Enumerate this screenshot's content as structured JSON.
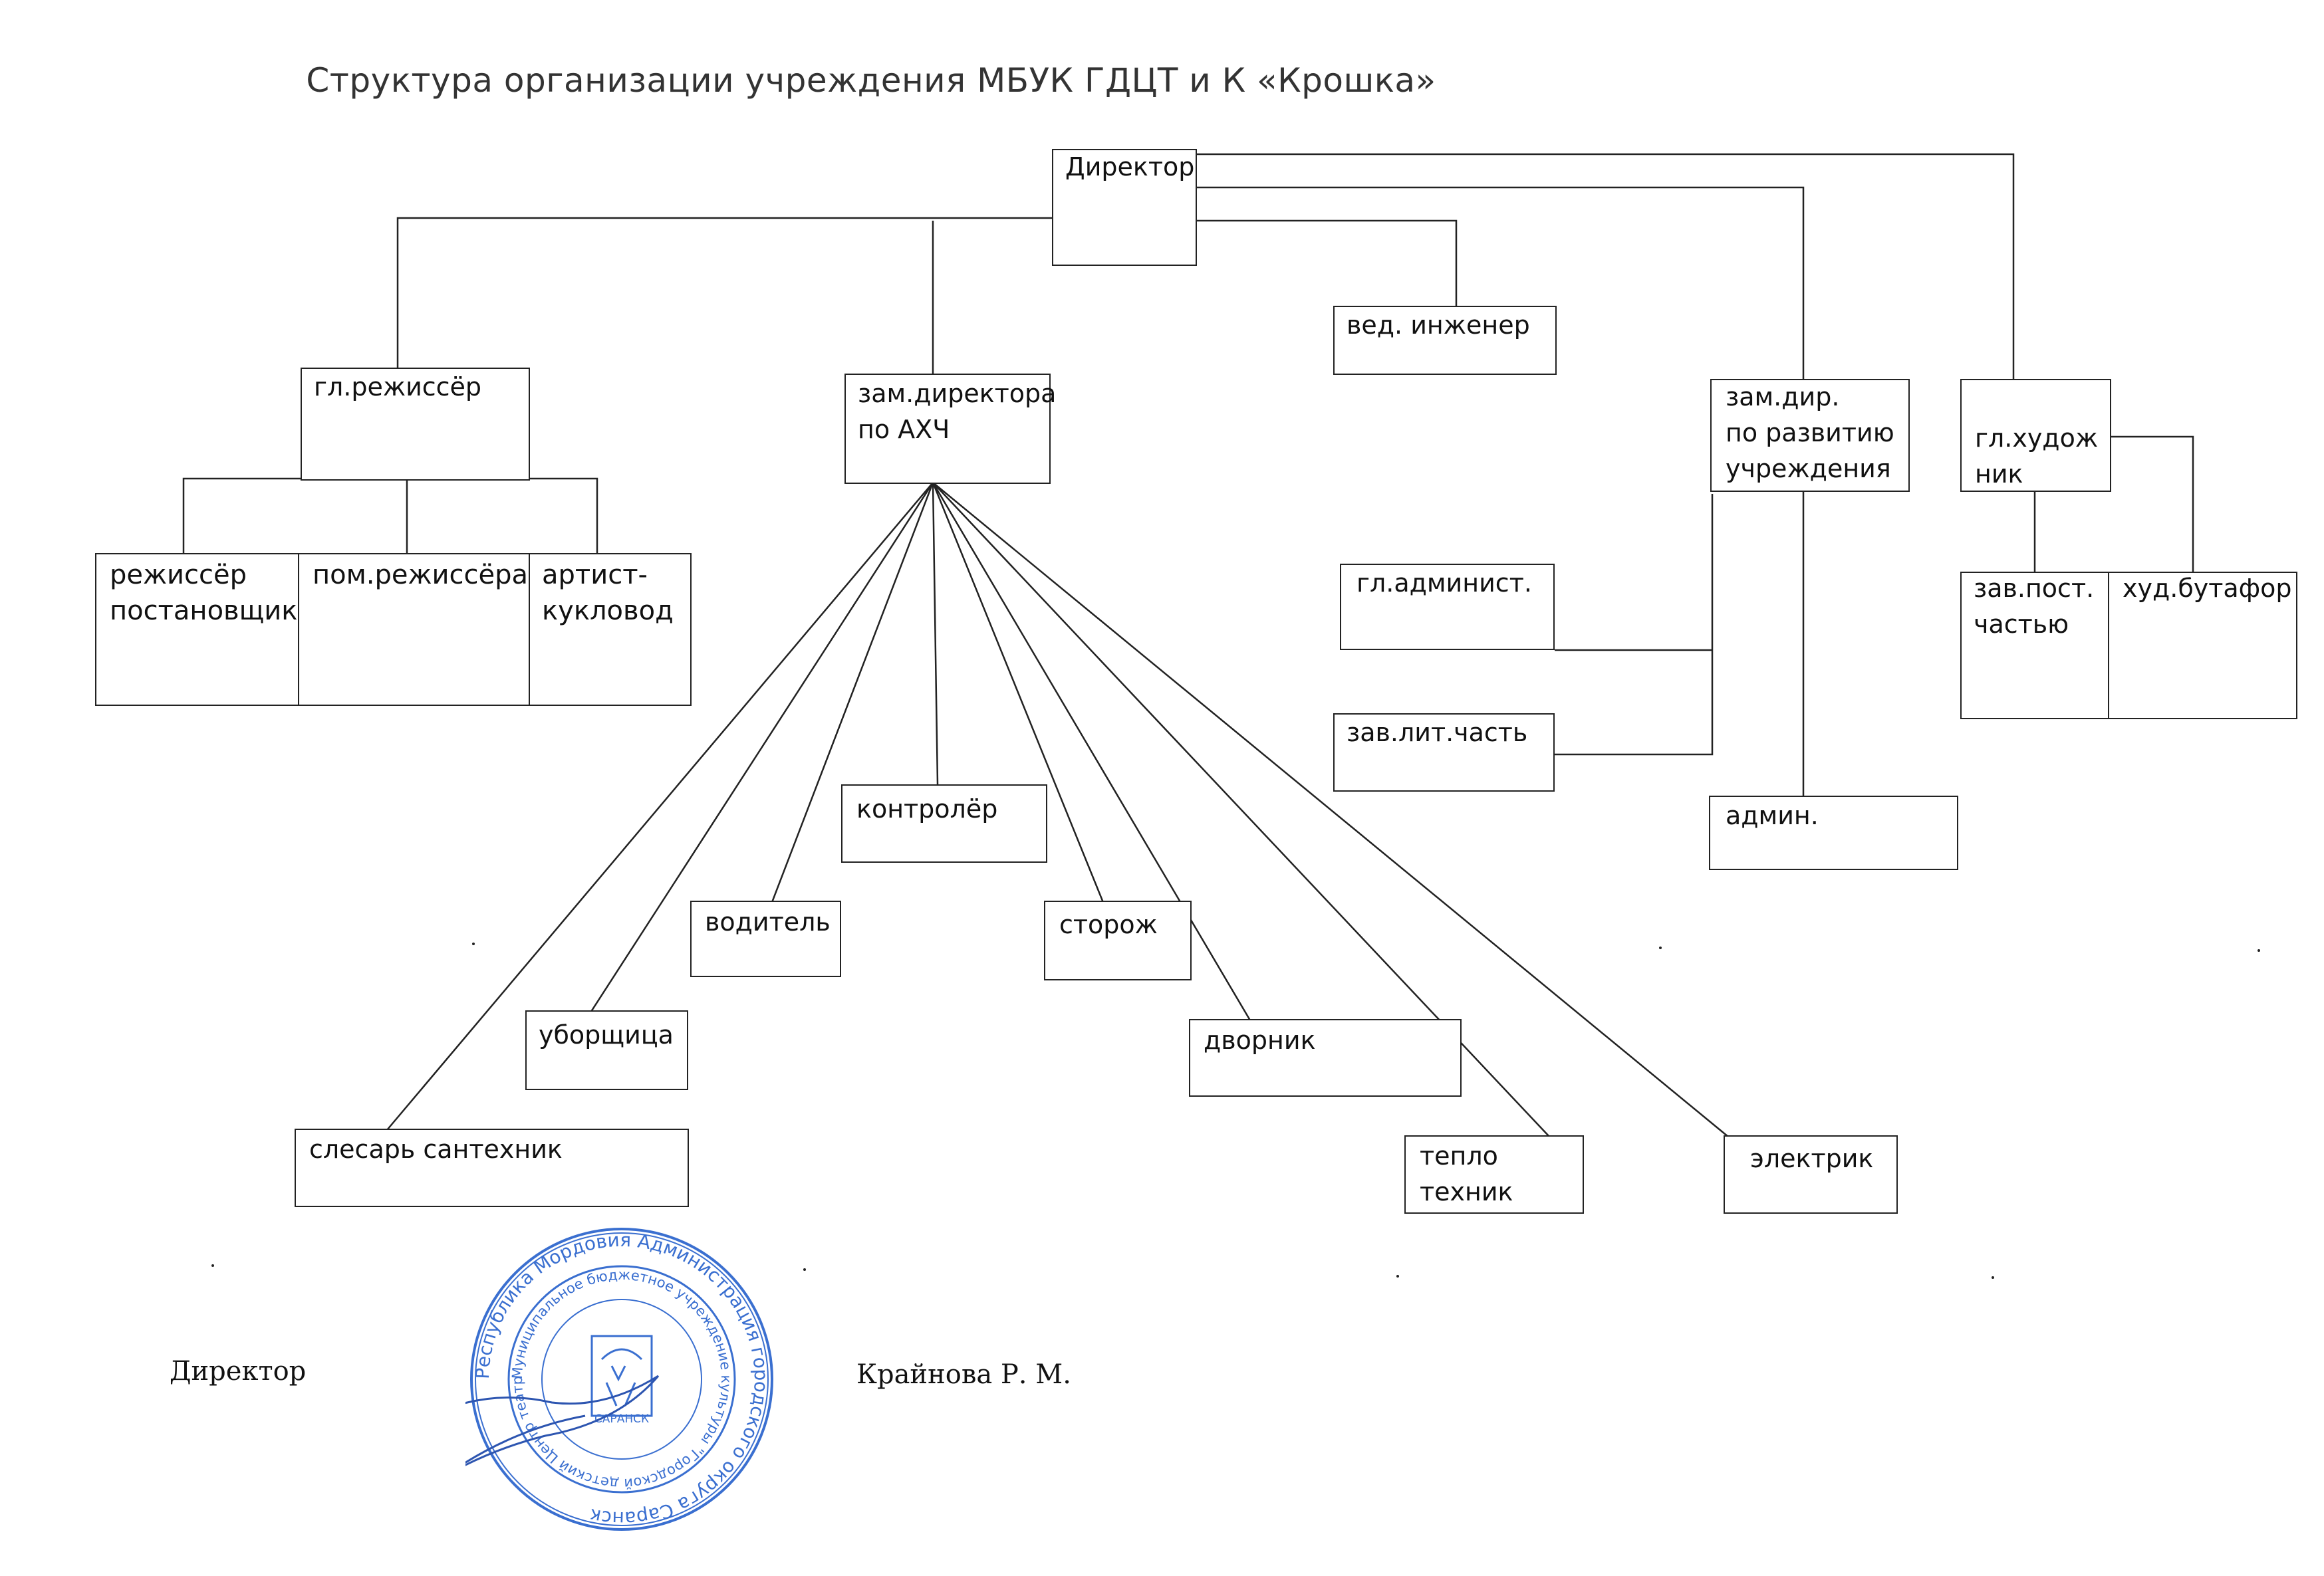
{
  "title": "Структура организации учреждения МБУК ГДЦТ и К «Крошка»",
  "boxes": {
    "director": "Директор",
    "chief_director": "гл.режиссёр",
    "deputy_ahch": "зам.директора\n   по АХЧ",
    "lead_engineer": "вед. инженер",
    "deputy_development": "зам.дир.\nпо развитию\nучреждения",
    "chief_artist": "гл.худож\nник",
    "stage_director": "режиссёр\nпостановщик",
    "assistant_director": "пом.режиссёра",
    "puppeteer": "артист-\nкукловод",
    "chief_admin": "гл.админист.",
    "literary_head": "зав.лит.часть",
    "admin": "админ.",
    "production_head": "зав.пост.\nчастью",
    "props_artist": "худ.бутафор",
    "controller": "контролёр",
    "driver": "водитель",
    "watchman": "сторож",
    "cleaner": "уборщица",
    "janitor": "дворник",
    "plumber": "слесарь сантехник",
    "heat_technician": "тепло\nтехник",
    "electrician": "электрик"
  },
  "footer": {
    "position": "Директор",
    "name": "Крайнова Р. М."
  },
  "stamp": {
    "outer_text": "Республика Мордовия Администрация городского округа Саранск",
    "inner_text": "Муниципальное бюджетное учреждение культуры \"Городской детский Центр театра и кино \"Крошка\"",
    "city": "САРАНСК",
    "color": "#3a6fd0"
  }
}
